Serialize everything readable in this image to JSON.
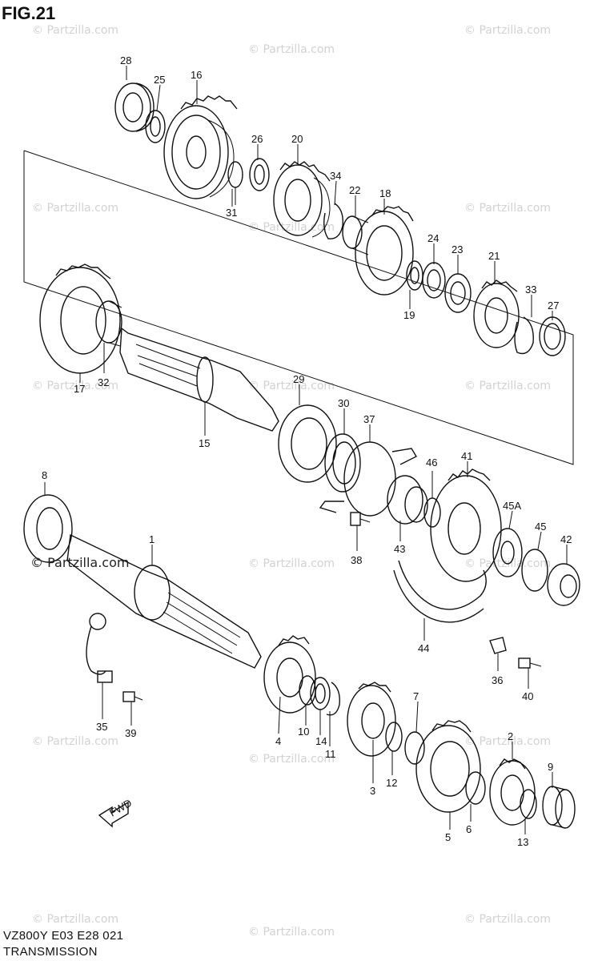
{
  "figure": {
    "title": "FIG.21",
    "footer_code": "VZ800Y E03 E28 021",
    "footer_title": "TRANSMISSION",
    "fwd_label": "FWD"
  },
  "watermarks": {
    "light": "© Partzilla.com",
    "dark": "© Partzilla.com"
  },
  "part_numbers": [
    "28",
    "25",
    "16",
    "26",
    "20",
    "34",
    "22",
    "18",
    "31",
    "24",
    "23",
    "21",
    "33",
    "27",
    "19",
    "17",
    "32",
    "15",
    "29",
    "30",
    "37",
    "41",
    "46",
    "45A",
    "45",
    "42",
    "43",
    "38",
    "44",
    "8",
    "1",
    "36",
    "40",
    "35",
    "39",
    "4",
    "10",
    "14",
    "11",
    "3",
    "12",
    "7",
    "2",
    "9",
    "5",
    "6",
    "13"
  ],
  "colors": {
    "line": "#111111",
    "watermark": "#d2d2d2",
    "background": "#ffffff"
  }
}
